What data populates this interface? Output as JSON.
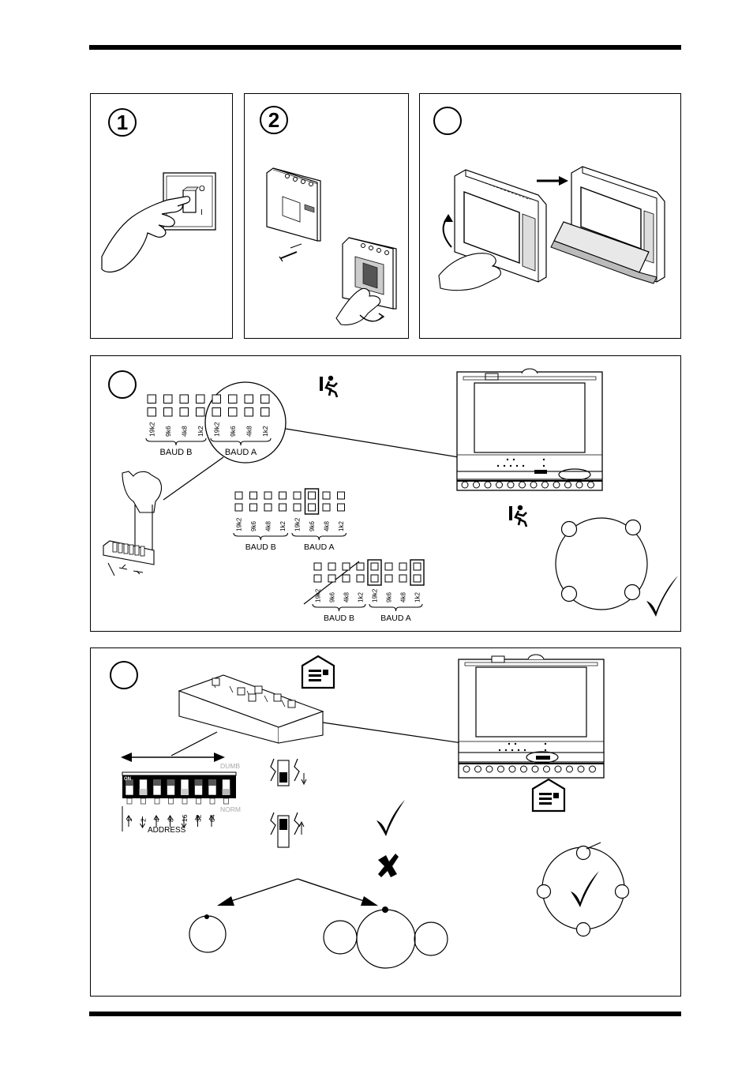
{
  "steps": {
    "s1": "1",
    "s2": "2",
    "s3": "",
    "s4": "",
    "s5": ""
  },
  "switch_marks": {
    "off": "O",
    "on": "I"
  },
  "baud": {
    "rates": [
      "19k2",
      "9k6",
      "4k8",
      "1k2"
    ],
    "group_b": "BAUD B",
    "group_a": "BAUD A"
  },
  "dip": {
    "on_label": "ON",
    "dumb": "DUMB",
    "norm": "NORM",
    "address_label": "ADDRESS",
    "weights": [
      "1",
      "2",
      "4",
      "8",
      "16",
      "32",
      "64"
    ],
    "arrows": [
      "up",
      "down",
      "up",
      "up",
      "down",
      "up",
      "up"
    ]
  },
  "icons": [
    "power-switch",
    "back-box",
    "cover-hinge",
    "exit-run-icon",
    "message-envelope-icon",
    "checkmark-icon",
    "cross-icon"
  ]
}
